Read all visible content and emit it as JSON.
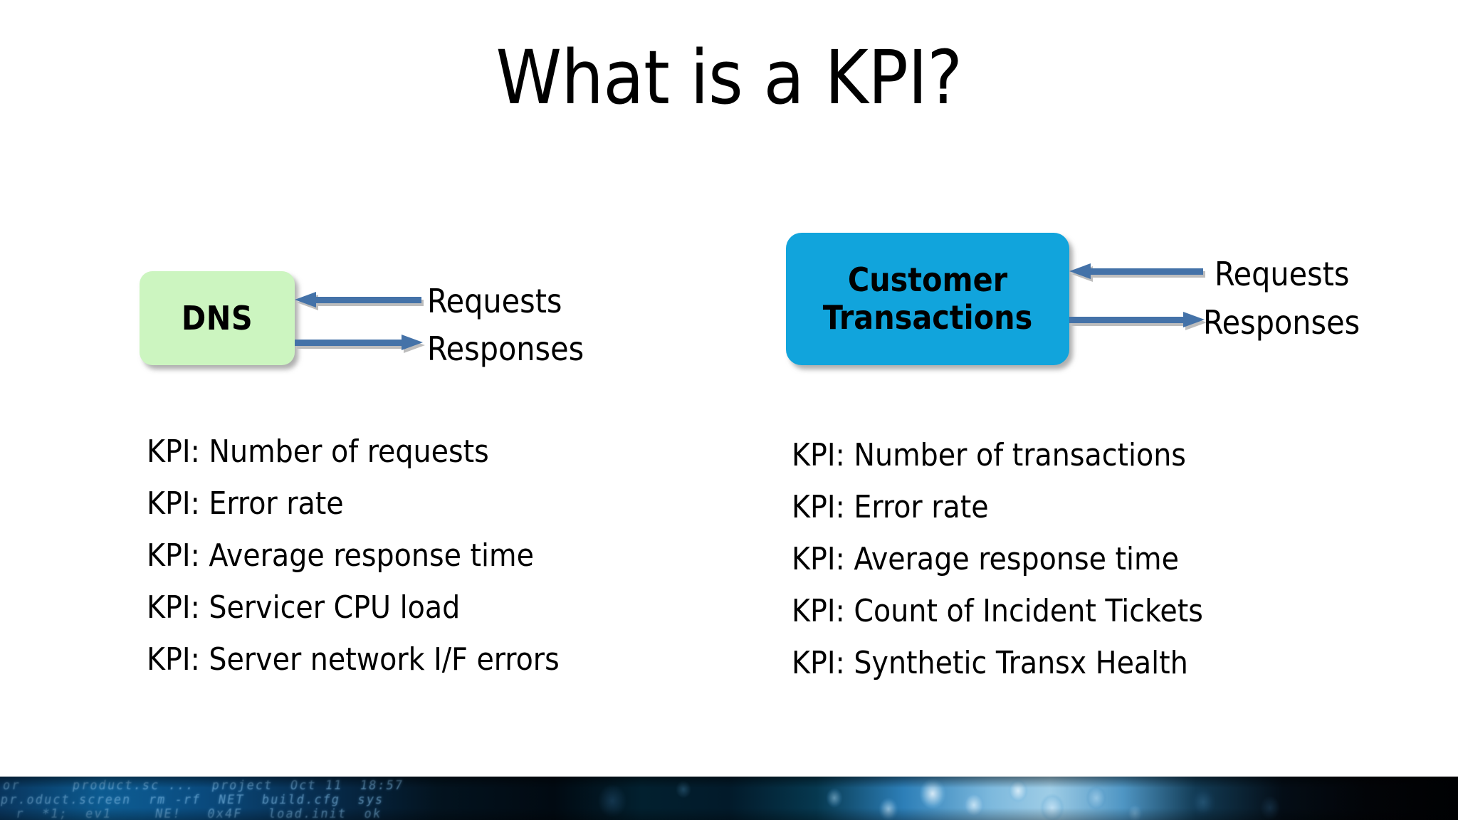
{
  "slide": {
    "title": "What is a KPI?",
    "background_color": "#FFFFFF"
  },
  "diagram": {
    "left_node": {
      "label": "DNS",
      "fill_color": "#CCF5C0",
      "text_color": "#000000",
      "inbound_arrow_label": "Requests",
      "outbound_arrow_label": "Responses"
    },
    "right_node": {
      "label_line1": "Customer",
      "label_line2": "Transactions",
      "fill_color": "#11A4DC",
      "text_color": "#000000",
      "inbound_arrow_label": "Requests",
      "outbound_arrow_label": "Responses"
    },
    "arrow_color": "#4472A8"
  },
  "kpi_lists": {
    "left": [
      "KPI: Number of requests",
      "KPI: Error rate",
      "KPI: Average response time",
      "KPI: Servicer CPU load",
      "KPI: Server network I/F errors"
    ],
    "right": [
      "KPI: Number of transactions",
      "KPI: Error rate",
      "KPI: Average response time",
      "KPI: Count of Incident Tickets",
      "KPI: Synthetic Transx Health"
    ]
  },
  "footer_strip": {
    "code_text": "or      product.sc ...  project  Oct 11  18:57\npr.oduct.screen  rm -rf  NET  build.cfg  sys\n  r  *1;  ev1     NE!   0x4F   load.init  ok",
    "base_color": "#021A2A",
    "highlight_color": "#9FCDE6"
  }
}
